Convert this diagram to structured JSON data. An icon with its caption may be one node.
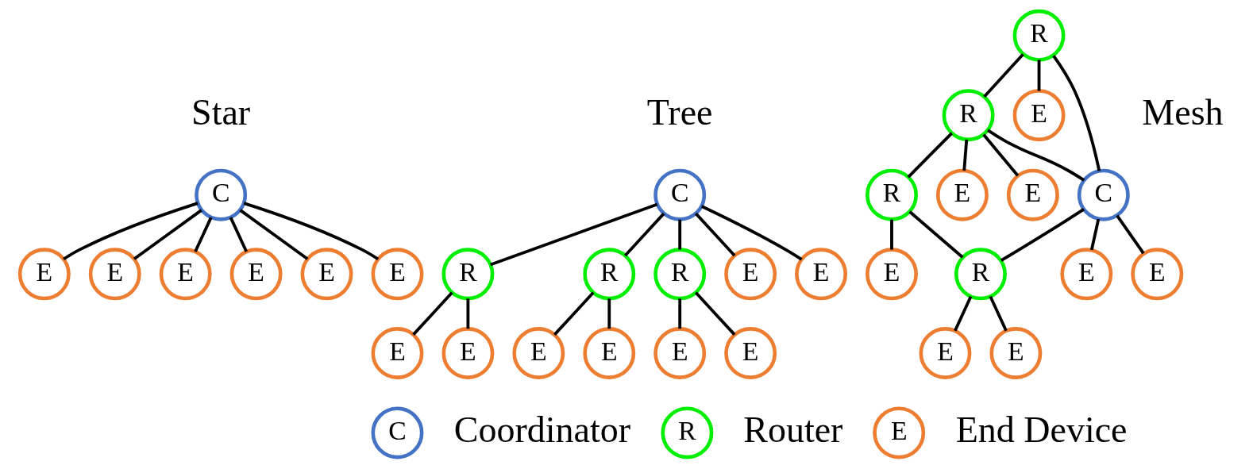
{
  "diagram": {
    "nodes": [
      {
        "text": [
          "C"
        ]
      },
      {
        "text": [
          "E"
        ]
      },
      {
        "text": [
          "E"
        ]
      },
      {
        "text": [
          "E"
        ]
      },
      {
        "text": [
          "E"
        ]
      },
      {
        "text": [
          "E"
        ]
      },
      {
        "text": [
          "E"
        ]
      },
      {
        "text": [
          "C"
        ]
      },
      {
        "text": [
          "R"
        ]
      },
      {
        "text": [
          "R"
        ]
      },
      {
        "text": [
          "R"
        ]
      },
      {
        "text": [
          "E"
        ]
      },
      {
        "text": [
          "E"
        ]
      },
      {
        "text": [
          "E"
        ]
      },
      {
        "text": [
          "E"
        ]
      },
      {
        "text": [
          "E"
        ]
      },
      {
        "text": [
          "E"
        ]
      },
      {
        "text": [
          "E"
        ]
      },
      {
        "text": [
          "E"
        ]
      },
      {
        "text": [
          "C"
        ]
      },
      {
        "text": [
          "R"
        ]
      },
      {
        "text": [
          "R"
        ]
      },
      {
        "text": [
          "R"
        ]
      },
      {
        "text": [
          "R"
        ]
      },
      {
        "text": [
          "E"
        ]
      },
      {
        "text": [
          "E"
        ]
      },
      {
        "text": [
          "E"
        ]
      },
      {
        "text": [
          "E"
        ]
      },
      {
        "text": [
          "E"
        ]
      },
      {
        "text": [
          "E"
        ]
      },
      {
        "text": [
          "E"
        ]
      },
      {
        "text": [
          "E"
        ]
      },
      {
        "text": [
          "C"
        ],
        "beside": [
          "Coordinator"
        ]
      },
      {
        "text": [
          "R"
        ],
        "beside": [
          "Router"
        ]
      },
      {
        "text": [
          "E"
        ],
        "beside": [
          "End Device"
        ]
      }
    ],
    "edges": [
      {
        "from": 0,
        "to": 1,
        "arrow": "none"
      },
      {
        "from": 0,
        "to": 2,
        "arrow": "none"
      },
      {
        "from": 0,
        "to": 3,
        "arrow": "none"
      },
      {
        "from": 0,
        "to": 4,
        "arrow": "none"
      },
      {
        "from": 0,
        "to": 5,
        "arrow": "none"
      },
      {
        "from": 0,
        "to": 6,
        "arrow": "none"
      },
      {
        "from": 7,
        "to": 8,
        "arrow": "none"
      },
      {
        "from": 7,
        "to": 9,
        "arrow": "none"
      },
      {
        "from": 7,
        "to": 10,
        "arrow": "none"
      },
      {
        "from": 7,
        "to": 13,
        "arrow": "none"
      },
      {
        "from": 7,
        "to": 14,
        "arrow": "none"
      },
      {
        "from": 8,
        "to": 11,
        "arrow": "none"
      },
      {
        "from": 8,
        "to": 12,
        "arrow": "none"
      },
      {
        "from": 9,
        "to": 15,
        "arrow": "none"
      },
      {
        "from": 9,
        "to": 16,
        "arrow": "none"
      },
      {
        "from": 10,
        "to": 17,
        "arrow": "none"
      },
      {
        "from": 10,
        "to": 18,
        "arrow": "none"
      },
      {
        "from": 20,
        "to": 24,
        "arrow": "none"
      },
      {
        "from": 20,
        "to": 19,
        "arrow": "none"
      },
      {
        "from": 20,
        "to": 21,
        "arrow": "none"
      },
      {
        "from": 21,
        "to": 19,
        "arrow": "none"
      },
      {
        "from": 19,
        "to": 25,
        "arrow": "none"
      },
      {
        "from": 19,
        "to": 26,
        "arrow": "none"
      },
      {
        "from": 19,
        "to": 23,
        "arrow": "none"
      },
      {
        "from": 21,
        "to": 27,
        "arrow": "none"
      },
      {
        "from": 21,
        "to": 28,
        "arrow": "none"
      },
      {
        "from": 21,
        "to": 22,
        "arrow": "none"
      },
      {
        "from": 22,
        "to": 29,
        "arrow": "none"
      },
      {
        "from": 22,
        "to": 23,
        "arrow": "none"
      },
      {
        "from": 23,
        "to": 30,
        "arrow": "none"
      },
      {
        "from": 23,
        "to": 31,
        "arrow": "none"
      }
    ],
    "labels": [
      "Star",
      "Tree",
      "Mesh"
    ]
  }
}
